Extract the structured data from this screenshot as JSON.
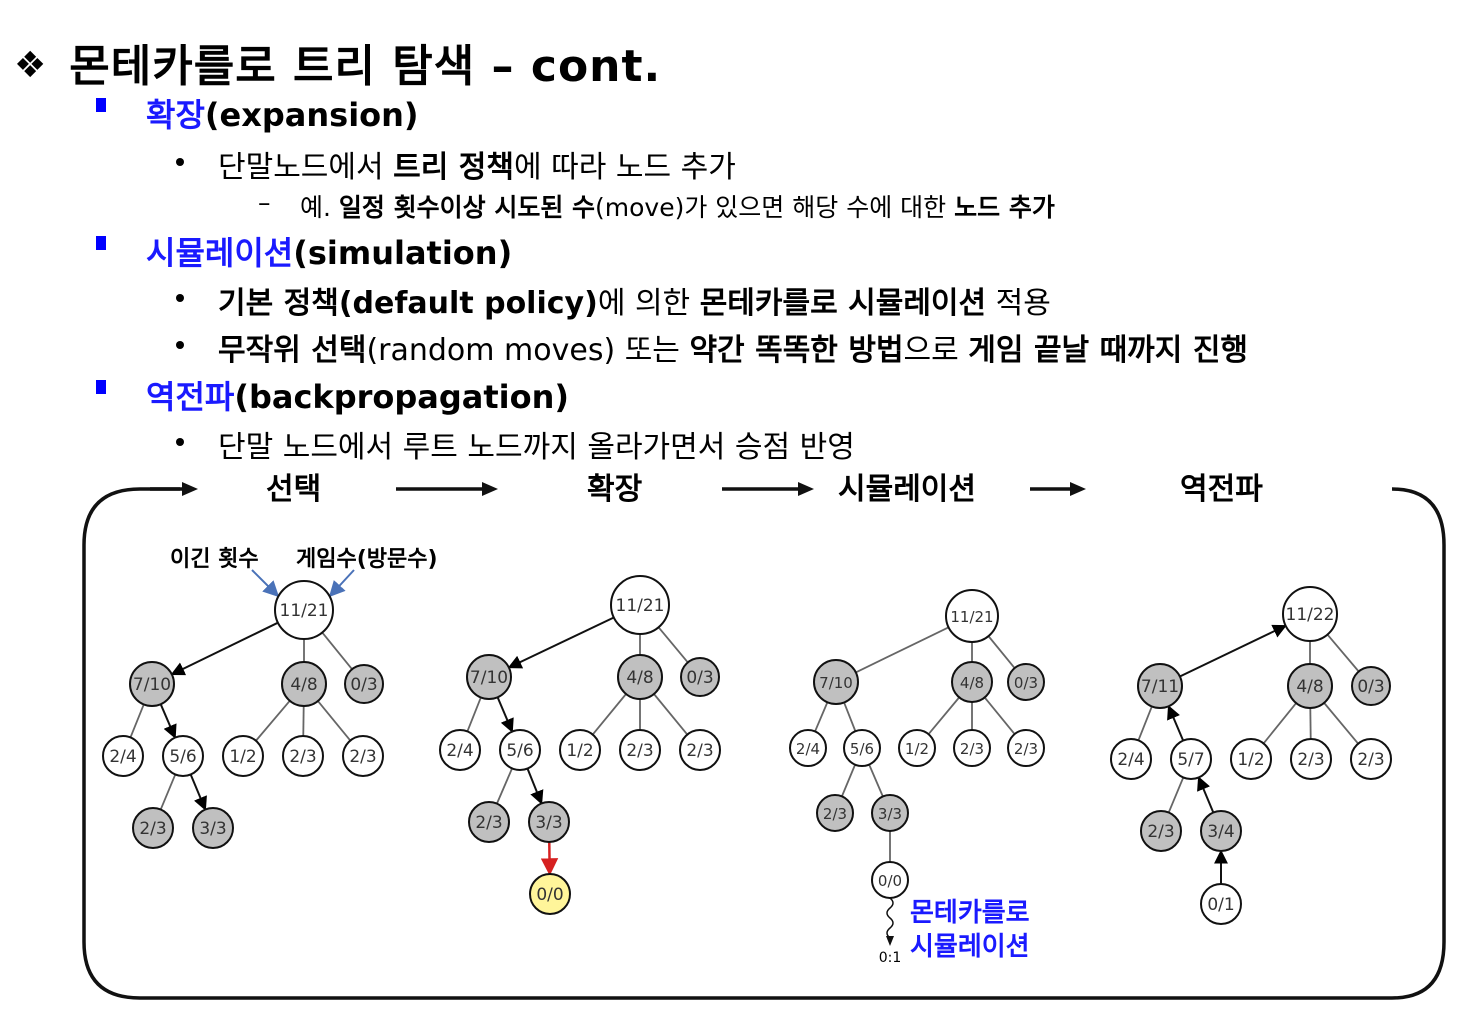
{
  "title": {
    "marker": "❖",
    "text": "몬테카를로 트리 탐색 – cont."
  },
  "bullets": [
    {
      "ko": "확장",
      "en": "(expansion)",
      "subs": [
        {
          "parts": [
            {
              "t": "단말노드에서 "
            },
            {
              "t": "트리 정책",
              "b": true
            },
            {
              "t": "에 따라 노드 추가"
            }
          ]
        }
      ],
      "subsub": {
        "parts": [
          {
            "t": "예. "
          },
          {
            "t": "일정 횟수이상 시도된 수",
            "b": true
          },
          {
            "t": "(move)가 있으면 해당 수에 대한 "
          },
          {
            "t": "노드 추가",
            "b": true
          }
        ]
      }
    },
    {
      "ko": "시뮬레이션",
      "en": "(simulation)",
      "subs": [
        {
          "parts": [
            {
              "t": "기본 정책(default policy)",
              "b": true
            },
            {
              "t": "에 의한 "
            },
            {
              "t": "몬테카를로 시뮬레이션",
              "b": true
            },
            {
              "t": " 적용"
            }
          ]
        },
        {
          "parts": [
            {
              "t": "무작위 선택",
              "b": true
            },
            {
              "t": "(random moves) 또는 "
            },
            {
              "t": "약간 똑똑한 방법",
              "b": true
            },
            {
              "t": "으로 "
            },
            {
              "t": "게임 끝날 때까지 진행",
              "b": true
            }
          ]
        }
      ]
    },
    {
      "ko": "역전파",
      "en": "(backpropagation)",
      "subs": [
        {
          "parts": [
            {
              "t": "단말 노드에서 루트 노드까지 올라가면서 승점 반영"
            }
          ]
        }
      ]
    }
  ],
  "stages": [
    "선택",
    "확장",
    "시뮬레이션",
    "역전파"
  ],
  "annotations": {
    "wins": "이긴 횟수",
    "games": "게임수(방문수)"
  },
  "simulation_label": {
    "line1": "몬테카를로",
    "line2": "시뮬레이션",
    "result": "0:1"
  },
  "trees": {
    "selection": {
      "root": "11/21",
      "level1": [
        "7/10",
        "4/8",
        "0/3"
      ],
      "level2": [
        "2/4",
        "5/6",
        "1/2",
        "2/3",
        "2/3"
      ],
      "level3": [
        "2/3",
        "3/3"
      ]
    },
    "expansion": {
      "root": "11/21",
      "level1": [
        "7/10",
        "4/8",
        "0/3"
      ],
      "level2": [
        "2/4",
        "5/6",
        "1/2",
        "2/3",
        "2/3"
      ],
      "level3": [
        "2/3",
        "3/3"
      ],
      "new_node": "0/0"
    },
    "simulation": {
      "root": "11/21",
      "level1": [
        "7/10",
        "4/8",
        "0/3"
      ],
      "level2": [
        "2/4",
        "5/6",
        "1/2",
        "2/3",
        "2/3"
      ],
      "level3": [
        "2/3",
        "3/3"
      ],
      "new_node": "0/0"
    },
    "backpropagation": {
      "root": "11/22",
      "level1": [
        "7/11",
        "4/8",
        "0/3"
      ],
      "level2": [
        "2/4",
        "5/7",
        "1/2",
        "2/3",
        "2/3"
      ],
      "level3": [
        "2/3",
        "3/4"
      ],
      "new_node": "0/1"
    }
  },
  "colors": {
    "accent": "#1a1aff",
    "bullet_square": "#0000ff",
    "node_gray": "#c0c0c0",
    "new_node": "#fff59a",
    "expand_arrow": "#d62020"
  }
}
